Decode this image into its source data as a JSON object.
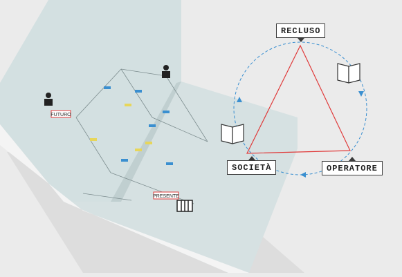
{
  "labels": {
    "recluso": "RECLUSO",
    "societa": "SOCIETÀ",
    "operatore": "OPERATORE",
    "futuro": "FUTURO",
    "presente": "PRESENTE"
  },
  "colors": {
    "background": "#ebebeb",
    "page": "#d3e0e1",
    "triangle": "#e03a3a",
    "cycle": "#3a8fd0",
    "ink": "#3a3a3a"
  },
  "icons": [
    "open-book-icon",
    "prisoner-icon",
    "prison-bars-icon"
  ]
}
